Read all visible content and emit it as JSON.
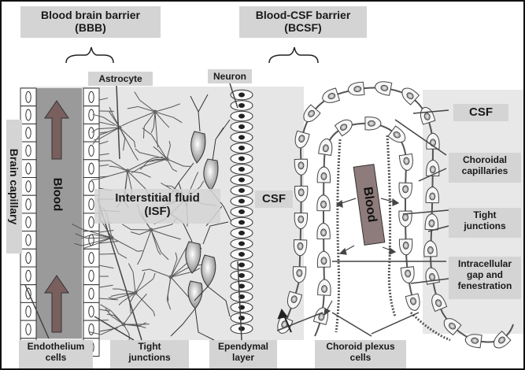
{
  "labels": {
    "bbb_title": "Blood brain barrier",
    "bbb_abbr": "(BBB)",
    "bcsf_title": "Blood-CSF barrier",
    "bcsf_abbr": "(BCSF)",
    "astrocyte": "Astrocyte",
    "neuron": "Neuron",
    "brain_capillary": "Brain capillary",
    "blood_left": "Blood",
    "isf_line1": "Interstitial fluid",
    "isf_line2": "(ISF)",
    "csf_mid": "CSF",
    "blood_right": "Blood",
    "csf_right": "CSF",
    "choroidal_1": "Choroidal",
    "choroidal_2": "capillaries",
    "tight_r_1": "Tight",
    "tight_r_2": "junctions",
    "intra_1": "Intracellular",
    "intra_2": "gap and",
    "intra_3": "fenestration",
    "endo_1": "Endothelium",
    "endo_2": "cells",
    "tight_b_1": "Tight",
    "tight_b_2": "junctions",
    "epen_1": "Ependymal",
    "epen_2": "layer",
    "cpc_1": "Choroid plexus",
    "cpc_2": "cells"
  },
  "colors": {
    "label_bg": "#d4d4d4",
    "capillary": "#9a9a9a",
    "panel": "#e6e6e6",
    "arrow": "#7a5f5f",
    "blood_bar_right": "#8e7b7b"
  }
}
